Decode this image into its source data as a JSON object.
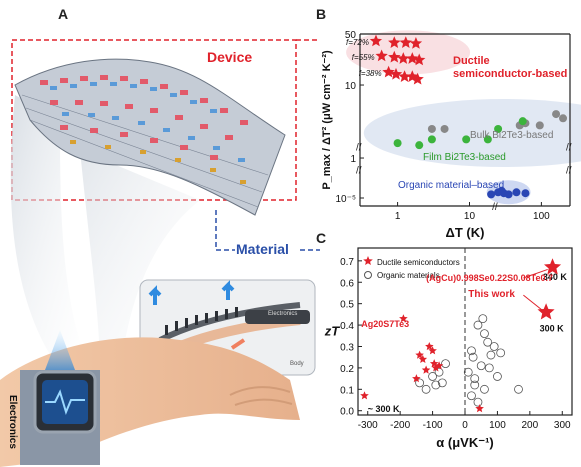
{
  "panels": {
    "a": {
      "letter": "A",
      "device_label": "Device",
      "material_label": "Material",
      "inset_electronics": "Electronics",
      "inset_body": "Body",
      "wrist_label": "Electronics"
    },
    "b": {
      "letter": "B",
      "ylabel": "P_max / ΔT² (μW cm⁻² K⁻²)",
      "xlabel": "ΔT (K)",
      "f_labels": [
        "f=72%",
        "f=55%",
        "f=38%"
      ],
      "annotations": {
        "ductile": [
          "Ductile",
          "semiconductor-based"
        ],
        "bulk": "Bulk Bi2Te3-based",
        "film": "Film  Bi2Te3-based",
        "organic": "Organic material–based"
      },
      "y_ticks": [
        "50",
        "10",
        "1",
        "10⁻⁵"
      ],
      "x_ticks": [
        "1",
        "10",
        "100"
      ]
    },
    "c": {
      "letter": "C",
      "ylabel": "zT",
      "xlabel": "α (μVK⁻¹)",
      "legend": [
        "Ductile semiconductors",
        "Organic materials"
      ],
      "annotations": {
        "agcu": "(AgCu)0.998Se0.22S0.08Te0.7",
        "this_work": "This work",
        "t340": "340 K",
        "t300": "300 K",
        "ag20": "Ag20S7Te3",
        "t300_left": "~ 300 K"
      },
      "x_ticks": [
        "-300",
        "-200",
        "-100",
        "0",
        "100",
        "200",
        "300"
      ],
      "y_ticks": [
        "0.0",
        "0.1",
        "0.2",
        "0.3",
        "0.4",
        "0.5",
        "0.6",
        "0.7"
      ]
    }
  },
  "chart_data": [
    {
      "type": "scatter",
      "panel": "B",
      "xlabel": "ΔT (K)",
      "ylabel": "P_max / ΔT² (μW cm⁻² K⁻²)",
      "xscale": "log",
      "yscale": "log (broken)",
      "series": [
        {
          "name": "Ductile semiconductor-based",
          "marker": "star",
          "color": "#e0222b",
          "points": [
            {
              "f": "72%",
              "x": [
                0.5,
                0.9,
                1.3,
                1.8
              ],
              "y": [
                40,
                38,
                38,
                37
              ]
            },
            {
              "f": "55%",
              "x": [
                0.6,
                0.9,
                1.2,
                1.6,
                2.0
              ],
              "y": [
                25,
                24,
                23,
                23,
                22
              ]
            },
            {
              "f": "38%",
              "x": [
                0.75,
                0.95,
                1.25,
                1.6,
                1.9
              ],
              "y": [
                15,
                14,
                13,
                13,
                12
              ]
            }
          ]
        },
        {
          "name": "Bulk Bi2Te3-based",
          "marker": "circle",
          "color": "#888888",
          "x": [
            3,
            4.5,
            50,
            60,
            95,
            160,
            200
          ],
          "y": [
            2.5,
            2.5,
            2.8,
            3,
            2.8,
            4,
            3.5
          ]
        },
        {
          "name": "Film Bi2Te3-based",
          "marker": "circle",
          "color": "#3cb43c",
          "x": [
            1,
            2,
            3,
            9,
            18,
            25,
            55
          ],
          "y": [
            1.6,
            1.5,
            1.8,
            1.8,
            1.8,
            2.5,
            3.2
          ]
        },
        {
          "name": "Organic material–based",
          "marker": "circle",
          "color": "#2a46b4",
          "x": [
            20,
            25,
            28,
            30,
            35,
            45,
            60
          ],
          "y": [
            2e-05,
            3e-05,
            4e-05,
            2.5e-05,
            2e-05,
            3e-05,
            2.5e-05
          ]
        }
      ]
    },
    {
      "type": "scatter",
      "panel": "C",
      "xlabel": "α (μVK⁻¹)",
      "ylabel": "zT",
      "xlim": [
        -330,
        330
      ],
      "ylim": [
        -0.02,
        0.76
      ],
      "series": [
        {
          "name": "Ductile semiconductors",
          "marker": "star",
          "color": "#e0222b",
          "x": [
            -310,
            -190,
            -140,
            -130,
            -110,
            -100,
            -95,
            -90,
            -80,
            -120,
            -150,
            45,
            250,
            270
          ],
          "y": [
            0.07,
            0.43,
            0.26,
            0.24,
            0.3,
            0.28,
            0.22,
            0.2,
            0.21,
            0.19,
            0.15,
            0.01,
            0.46,
            0.67
          ]
        },
        {
          "name": "Organic materials",
          "marker": "open-circle",
          "color": "#555555",
          "x": [
            -140,
            -120,
            -100,
            -90,
            -80,
            -70,
            -60,
            10,
            20,
            25,
            30,
            40,
            55,
            60,
            70,
            75,
            80,
            90,
            100,
            110,
            165,
            20,
            40,
            60,
            30,
            50
          ],
          "y": [
            0.13,
            0.1,
            0.16,
            0.12,
            0.18,
            0.13,
            0.22,
            0.18,
            0.28,
            0.25,
            0.12,
            0.4,
            0.43,
            0.36,
            0.32,
            0.2,
            0.26,
            0.3,
            0.16,
            0.27,
            0.1,
            0.07,
            0.04,
            0.1,
            0.15,
            0.21
          ]
        }
      ]
    }
  ]
}
